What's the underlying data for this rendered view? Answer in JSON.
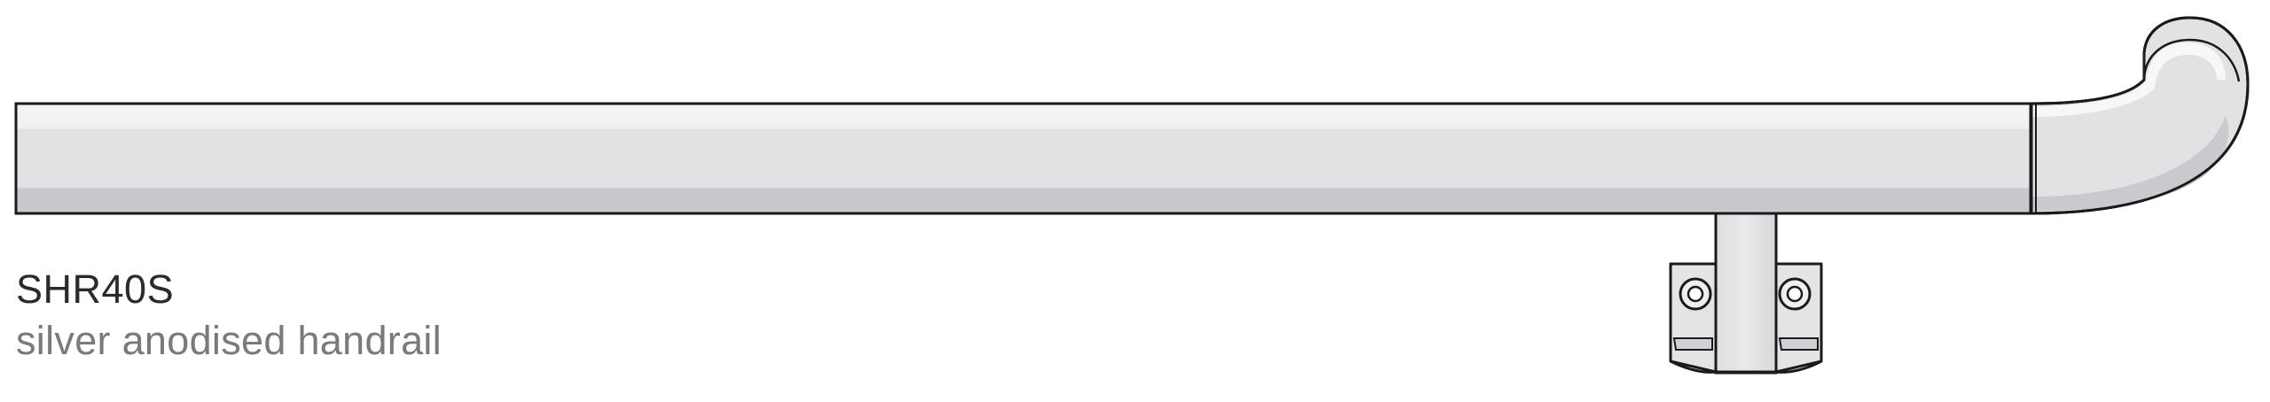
{
  "product": {
    "code": "SHR40S",
    "description": "silver anodised handrail"
  },
  "colors": {
    "outline": "#1a1a1a",
    "rail_base": "#e1e2e4",
    "rail_highlight": "#f2f3f4",
    "rail_shadow": "#c7c8cb",
    "text_primary": "#2a2a2a",
    "text_secondary": "#7a7a7a"
  },
  "icons": [
    "handrail-illustration",
    "bracket-bolt-icon"
  ]
}
